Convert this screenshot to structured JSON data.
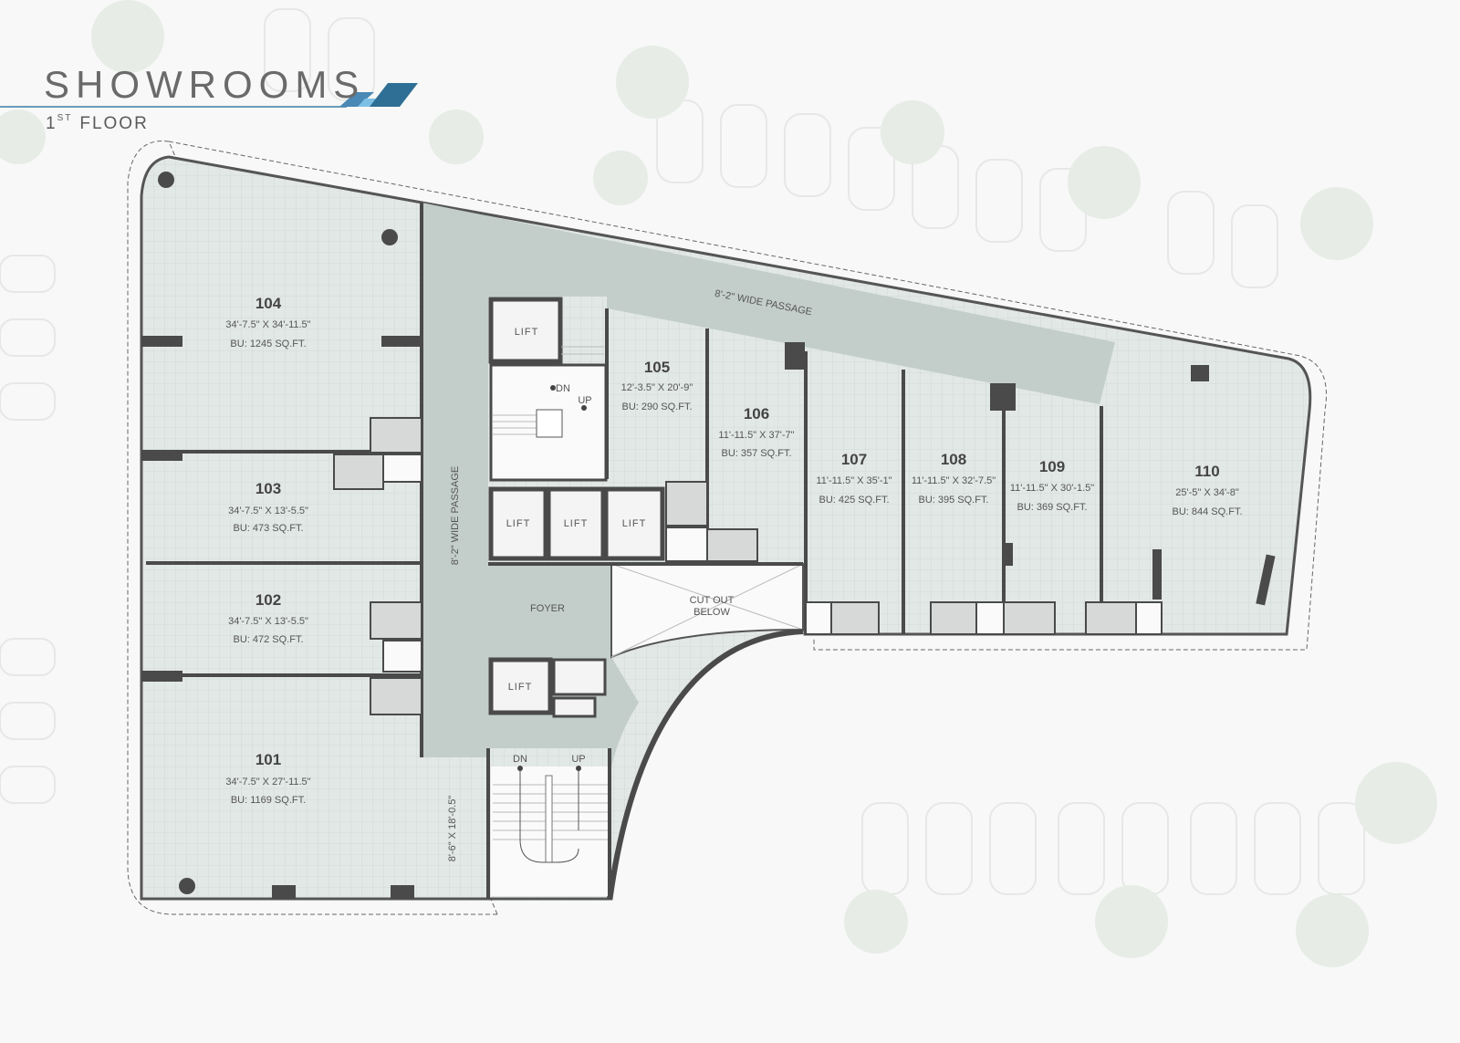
{
  "header": {
    "title": "SHOWROOMS",
    "floor_number": "1",
    "floor_suffix": "ST",
    "floor_word": "FLOOR",
    "accent_color": "#2f6f96",
    "accent_light": "#7cc0e6"
  },
  "rooms": [
    {
      "number": "101",
      "dimensions": "34'-7.5\" X 27'-11.5\"",
      "area": "BU: 1169 SQ.FT."
    },
    {
      "number": "102",
      "dimensions": "34'-7.5\" X 13'-5.5\"",
      "area": "BU: 472 SQ.FT."
    },
    {
      "number": "103",
      "dimensions": "34'-7.5\" X 13'-5.5\"",
      "area": "BU: 473 SQ.FT."
    },
    {
      "number": "104",
      "dimensions": "34'-7.5\" X 34'-11.5\"",
      "area": "BU: 1245 SQ.FT."
    },
    {
      "number": "105",
      "dimensions": "12'-3.5\" X 20'-9\"",
      "area": "BU: 290 SQ.FT."
    },
    {
      "number": "106",
      "dimensions": "11'-11.5\" X 37'-7\"",
      "area": "BU: 357 SQ.FT."
    },
    {
      "number": "107",
      "dimensions": "11'-11.5\" X 35'-1\"",
      "area": "BU: 425 SQ.FT."
    },
    {
      "number": "108",
      "dimensions": "11'-11.5\" X 32'-7.5\"",
      "area": "BU: 395 SQ.FT."
    },
    {
      "number": "109",
      "dimensions": "11'-11.5\" X 30'-1.5\"",
      "area": "BU: 369 SQ.FT."
    },
    {
      "number": "110",
      "dimensions": "25'-5\" X 34'-8\"",
      "area": "BU: 844 SQ.FT."
    }
  ],
  "labels": {
    "lift": "LIFT",
    "dn": "DN",
    "up": "UP",
    "foyer": "FOYER",
    "cutout_line1": "CUT OUT",
    "cutout_line2": "BELOW",
    "passage_vertical": "8'-2\" WIDE PASSAGE",
    "passage_top": "8'-2\" WIDE PASSAGE",
    "entrance_dims": "8'-6\" X 18'-0.5\""
  }
}
